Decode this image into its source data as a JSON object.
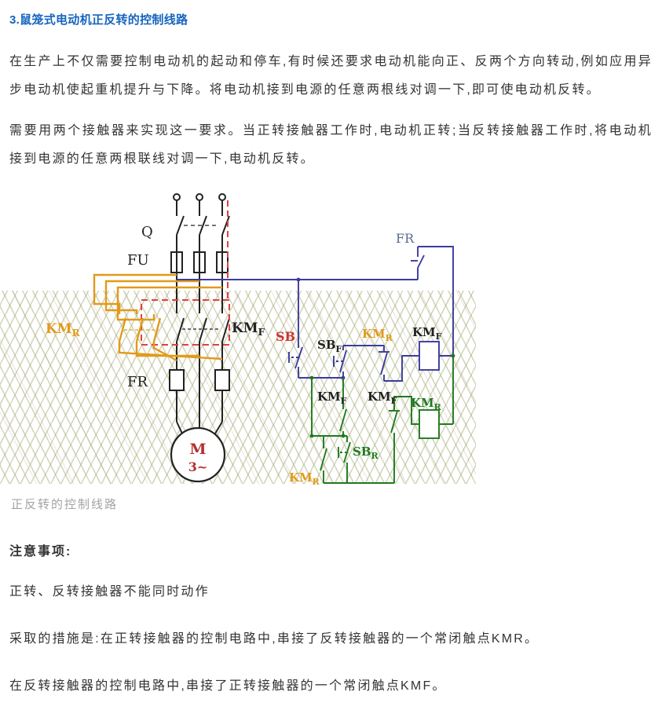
{
  "article": {
    "heading": "3.鼠笼式电动机正反转的控制线路",
    "para1": "在生产上不仅需要控制电动机的起动和停车,有时候还要求电动机能向正、反两个方向转动,例如应用异步电动机使起重机提升与下降。将电动机接到电源的任意两根线对调一下,即可使电动机反转。",
    "para2": "需要用两个接触器来实现这一要求。当正转接触器工作时,电动机正转;当反转接触器工作时,将电动机接到电源的任意两根联线对调一下,电动机反转。",
    "caption": "正反转的控制线路",
    "notes_title": "注意事项:",
    "note1": "正转、反转接触器不能同时动作",
    "note2": "采取的措施是:在正转接触器的控制电路中,串接了反转接触器的一个常闭触点KMR。",
    "note3": "在反转接触器的控制电路中,串接了正转接触器的一个常闭触点KMF。"
  },
  "diagram": {
    "labels": {
      "q": "Q",
      "fu": "FU",
      "fr": "FR",
      "km": "KM",
      "sb": "SB",
      "sub_f": "F",
      "sub_r": "R",
      "motor": "M",
      "phases": "3~"
    },
    "colors": {
      "heading_blue": "#1565C0",
      "orange": "#E29A18",
      "blue": "#3B3BA0",
      "green": "#1E7A1E",
      "red": "#CC3333",
      "motor_red": "#B23030",
      "dashed_red": "#E04040",
      "slate": "#5A6B8C"
    }
  }
}
